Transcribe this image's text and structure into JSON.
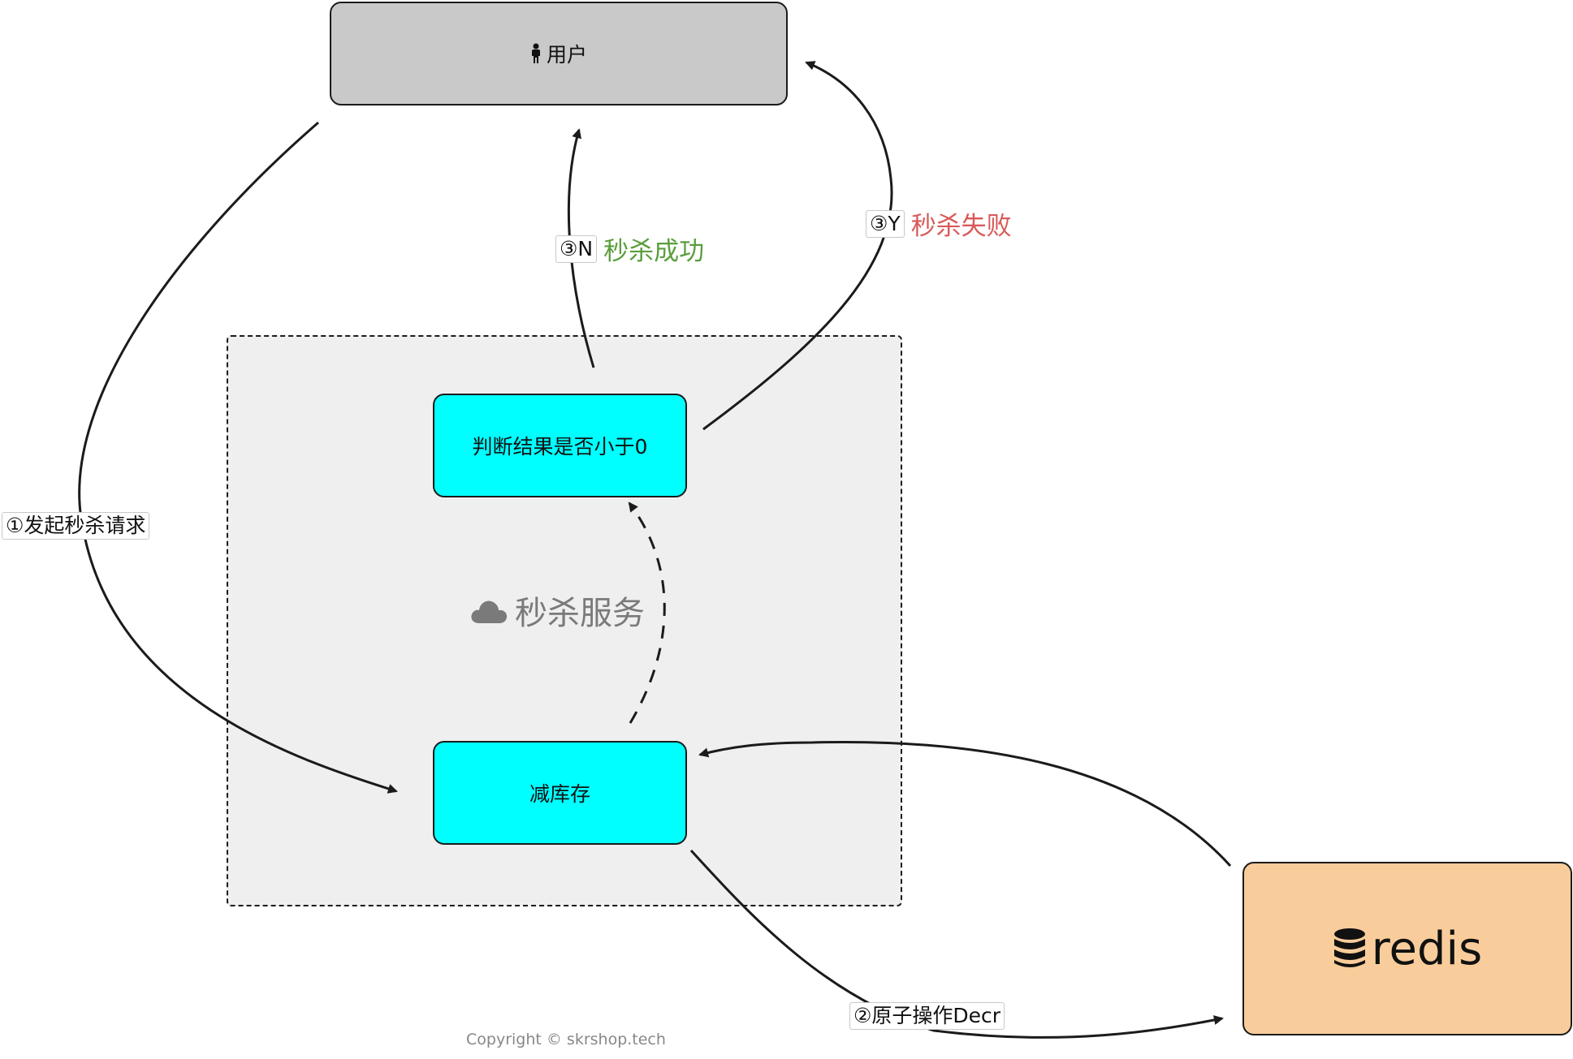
{
  "nodes": {
    "user": {
      "label": "用户",
      "icon": "person-icon"
    },
    "judge": {
      "label": "判断结果是否小于0"
    },
    "deduct": {
      "label": "减库存"
    },
    "redis": {
      "label": "redis",
      "icon": "database-icon"
    }
  },
  "group": {
    "label": "秒杀服务",
    "icon": "cloud-icon"
  },
  "edges": {
    "request": {
      "tag": "①发起秒杀请求"
    },
    "decr": {
      "tag": "②原子操作Decr"
    },
    "success": {
      "tag": "③N",
      "text": "秒杀成功"
    },
    "fail": {
      "tag": "③Y",
      "text": "秒杀失败"
    }
  },
  "footer": {
    "copyright": "Copyright © skrshop.tech"
  },
  "colors": {
    "user_fill": "#c9c9c9",
    "process_fill": "#00ffff",
    "redis_fill": "#f9cd9b",
    "group_fill": "#efefef",
    "success_text": "#5a9e3c",
    "fail_text": "#d85a5a",
    "stroke": "#1b1b1b"
  }
}
